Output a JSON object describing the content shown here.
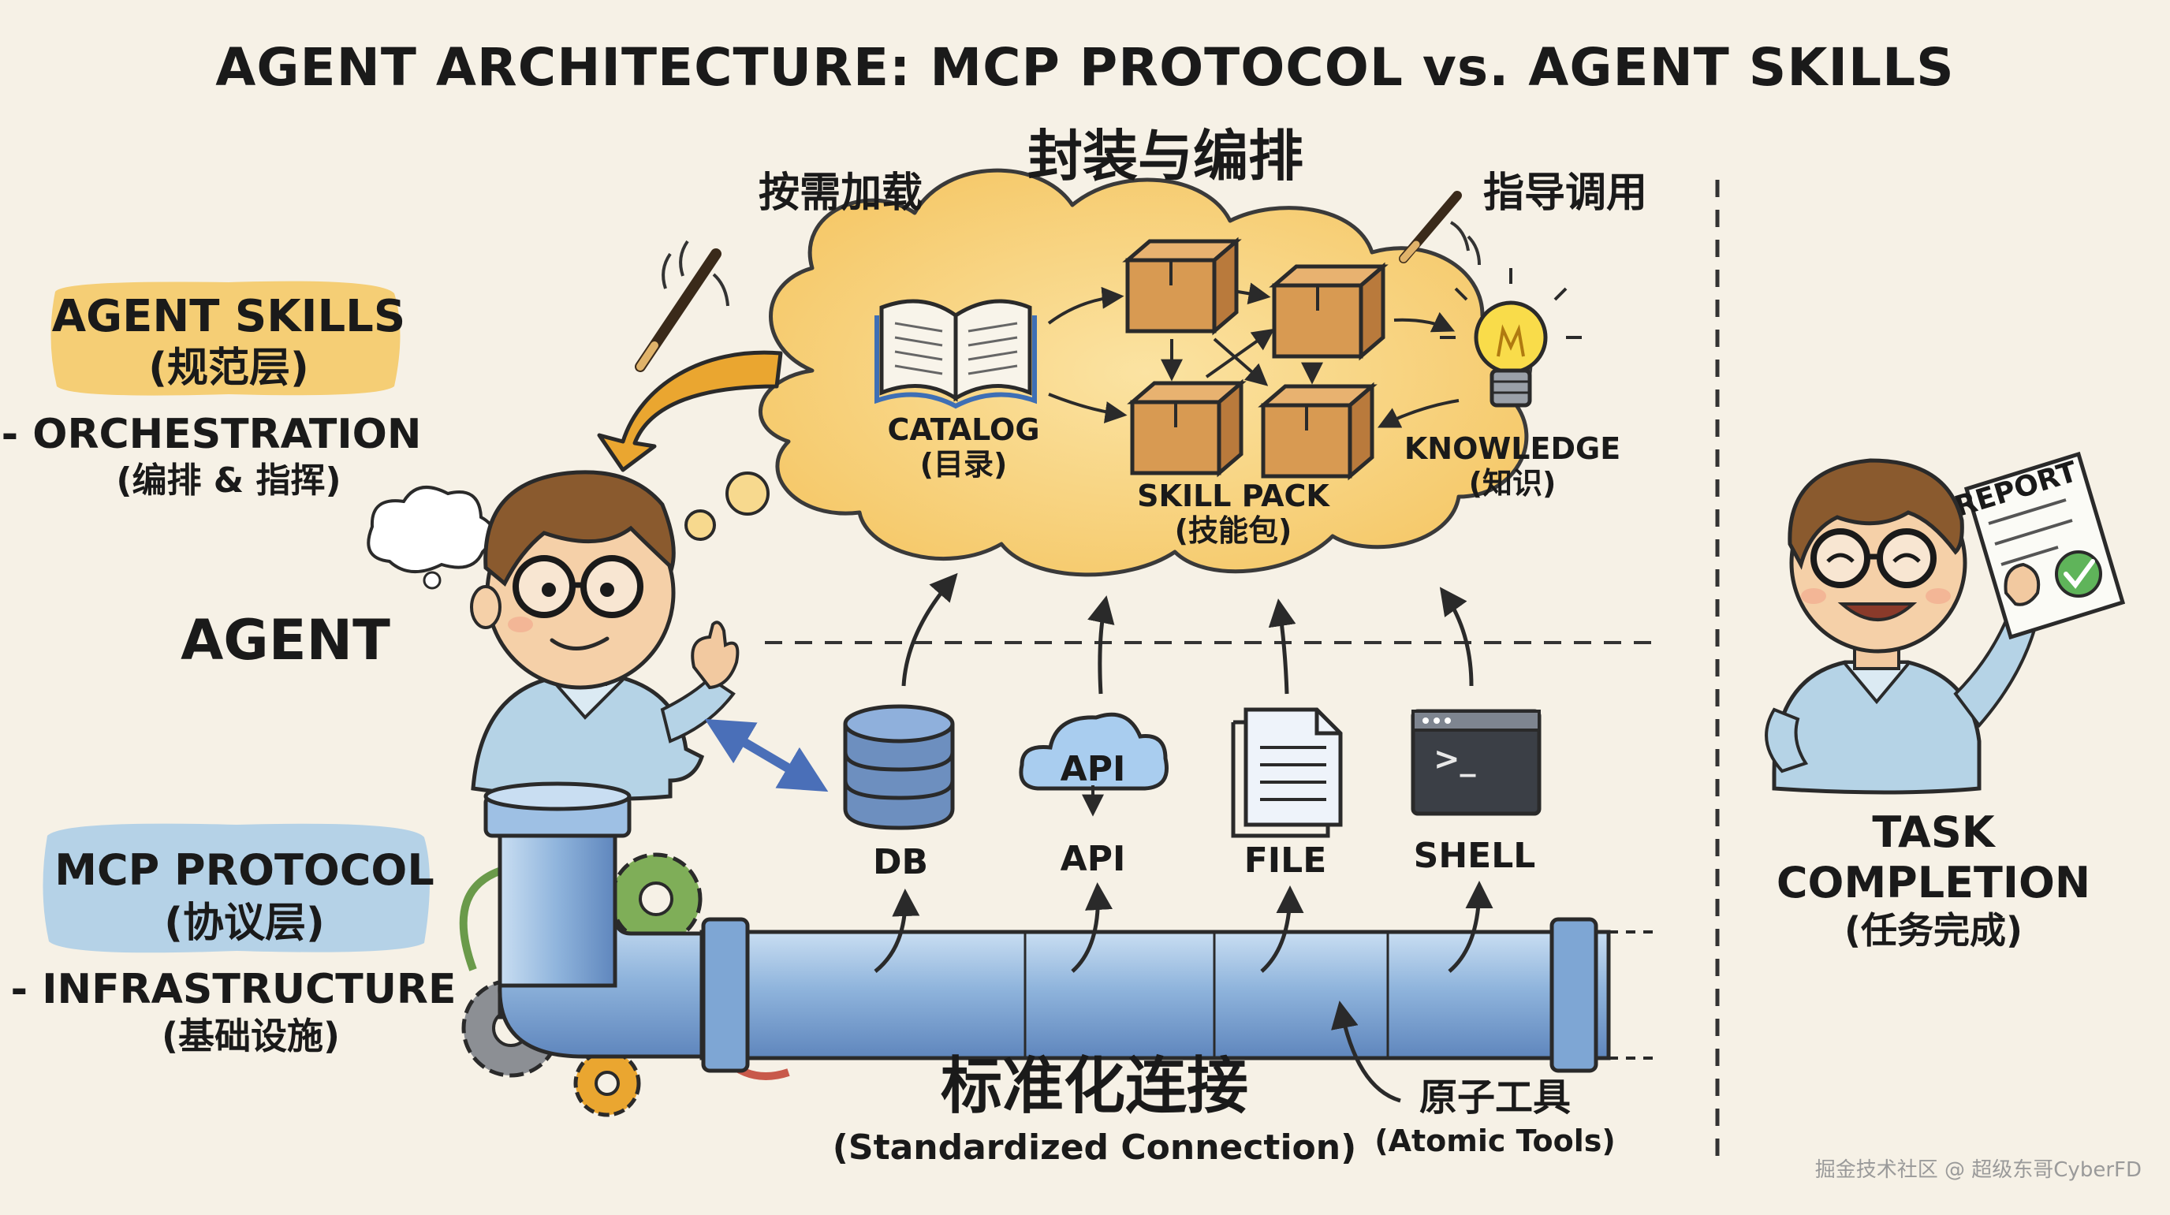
{
  "title": "AGENT ARCHITECTURE: MCP PROTOCOL vs. AGENT SKILLS",
  "skills_layer": {
    "heading": "封装与编排",
    "load_note": "按需加载",
    "guide_note": "指导调用",
    "label_line1": "AGENT SKILLS",
    "label_line2": "(规范层)",
    "label_line3": "- ORCHESTRATION",
    "label_line4": "(编排 & 指挥)",
    "catalog": "CATALOG",
    "catalog_cn": "(目录)",
    "skill_pack": "SKILL PACK",
    "skill_pack_cn": "(技能包)",
    "knowledge": "KNOWLEDGE",
    "knowledge_cn": "(知识)"
  },
  "agent": {
    "label": "AGENT"
  },
  "mcp_layer": {
    "label_line1": "MCP PROTOCOL",
    "label_line2": "(协议层)",
    "label_line3": "- INFRASTRUCTURE",
    "label_line4": "(基础设施)",
    "connection_cn": "标准化连接",
    "connection_en": "(Standardized Connection)",
    "atomic_cn": "原子工具",
    "atomic_en": "(Atomic Tools)"
  },
  "tools": [
    {
      "label": "DB"
    },
    {
      "label": "API",
      "icon_text": "API"
    },
    {
      "label": "FILE"
    },
    {
      "label": "SHELL",
      "icon_text": ">_"
    }
  ],
  "completion": {
    "report": "REPORT",
    "line1": "TASK",
    "line2": "COMPLETION",
    "line3": "(任务完成)"
  },
  "watermark": "掘金技术社区 @ 超级东哥CyberFD",
  "colors": {
    "cloud": "#f8d47a",
    "pipe": "#8fb4dc",
    "skills_highlight": "#f5c860",
    "mcp_highlight": "#a9cde6",
    "arrow_orange": "#eaa630",
    "arrow_blue": "#5b7fc4"
  }
}
